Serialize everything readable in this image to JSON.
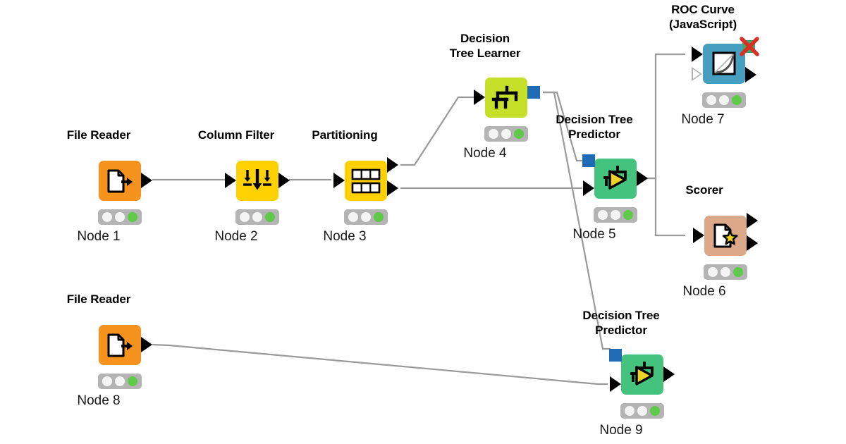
{
  "app": {
    "name": "KNIME Workflow Editor",
    "background": "#ffffff"
  },
  "palette": {
    "file_reader": "#F6921E",
    "column_filter": "#FFD100",
    "partitioning": "#FFD100",
    "learner": "#C6E02A",
    "predictor": "#43C37E",
    "roc_curve": "#479FC0",
    "scorer": "#DCA88A",
    "model_port": "#1F6CB5",
    "image_port": "#3FA76A",
    "status_bar": "#B4B4B4",
    "status_on": "#5FC94A",
    "wire": "#9A9A9A",
    "error_x": "#D93025",
    "text": "#000000"
  },
  "nodes": [
    {
      "id": "node1",
      "title": "File Reader",
      "label": "Node 1",
      "icon": "file-reader-icon",
      "color": "#F6921E",
      "status": [
        "off",
        "off",
        "on"
      ]
    },
    {
      "id": "node2",
      "title": "Column Filter",
      "label": "Node 2",
      "icon": "column-filter-icon",
      "color": "#FFD100",
      "status": [
        "off",
        "off",
        "on"
      ]
    },
    {
      "id": "node3",
      "title": "Partitioning",
      "label": "Node 3",
      "icon": "partitioning-icon",
      "color": "#FFD100",
      "status": [
        "off",
        "off",
        "on"
      ]
    },
    {
      "id": "node4",
      "title": "Decision\nTree Learner",
      "label": "Node 4",
      "icon": "decision-tree-icon",
      "color": "#C6E02A",
      "status": [
        "off",
        "off",
        "on"
      ]
    },
    {
      "id": "node5",
      "title": "Decision Tree\nPredictor",
      "label": "Node 5",
      "icon": "predictor-icon",
      "color": "#43C37E",
      "status": [
        "off",
        "off",
        "on"
      ]
    },
    {
      "id": "node6",
      "title": "Scorer",
      "label": "Node 6",
      "icon": "scorer-icon",
      "color": "#DCA88A",
      "status": [
        "off",
        "off",
        "on"
      ]
    },
    {
      "id": "node7",
      "title": "ROC Curve\n(JavaScript)",
      "label": "Node 7",
      "icon": "roc-curve-icon",
      "color": "#479FC0",
      "status": [
        "off",
        "off",
        "on"
      ]
    },
    {
      "id": "node8",
      "title": "File Reader",
      "label": "Node 8",
      "icon": "file-reader-icon",
      "color": "#F6921E",
      "status": [
        "off",
        "off",
        "on"
      ]
    },
    {
      "id": "node9",
      "title": "Decision Tree\nPredictor",
      "label": "Node 9",
      "icon": "predictor-icon",
      "color": "#43C37E",
      "status": [
        "off",
        "off",
        "on"
      ]
    }
  ],
  "connections": [
    {
      "from": "node1",
      "to": "node2",
      "type": "data"
    },
    {
      "from": "node2",
      "to": "node3",
      "type": "data"
    },
    {
      "from": "node3",
      "to": "node4",
      "type": "data",
      "port": "top"
    },
    {
      "from": "node3",
      "to": "node5",
      "type": "data",
      "port": "bottom"
    },
    {
      "from": "node4",
      "to": "node5",
      "type": "model"
    },
    {
      "from": "node4",
      "to": "node9",
      "type": "model"
    },
    {
      "from": "node5",
      "to": "node7",
      "type": "data"
    },
    {
      "from": "node5",
      "to": "node6",
      "type": "data"
    },
    {
      "from": "node8",
      "to": "node9",
      "type": "data"
    }
  ]
}
